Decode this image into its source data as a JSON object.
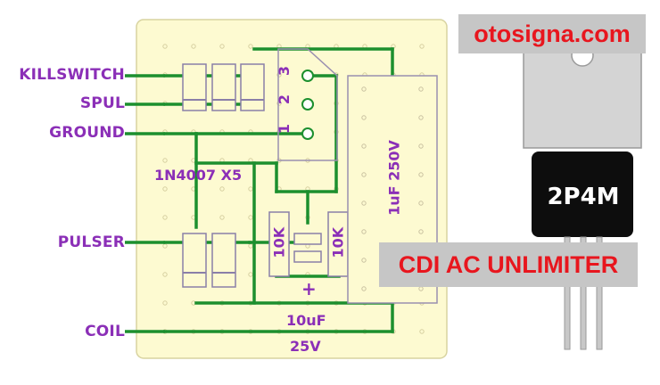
{
  "site": {
    "brand": "otosigna.com"
  },
  "title": "CDI AC UNLIMITER",
  "pins": [
    "KILLSWITCH",
    "SPUL",
    "GROUND",
    "PULSER",
    "COIL"
  ],
  "board": {
    "diodes_label": "1N4007 X5",
    "resistor_left": "10K",
    "resistor_right": "10K",
    "cap_big": "1uF 250V",
    "cap_small_value": "10uF",
    "cap_small_voltage": "25V",
    "scr_pins": [
      "3",
      "2",
      "1"
    ],
    "polarity_mark": "+"
  },
  "component": {
    "part_code": "2P4M"
  },
  "colors": {
    "board": "#fdfad1",
    "trace": "#1c8f2e",
    "text": "#8b2fb7",
    "brand_red": "#e8161e",
    "badge_bg": "#c6c6c6"
  }
}
